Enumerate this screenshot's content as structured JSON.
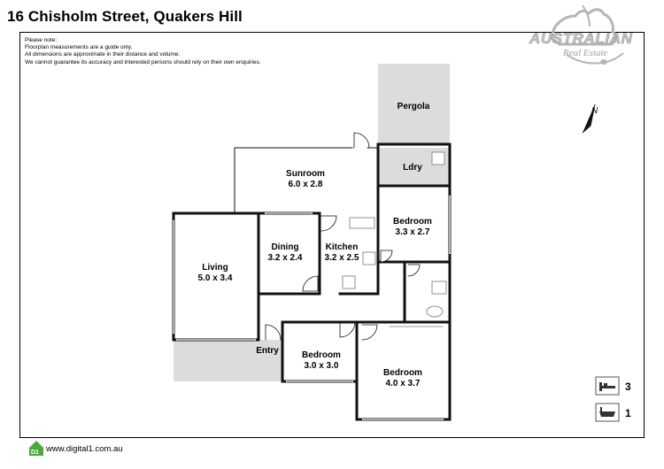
{
  "header": {
    "title": "16 Chisholm Street, Quakers Hill"
  },
  "notes": [
    "Please note:",
    "Floorplan measurements are a guide only.",
    "All dimensions are approximate in their distance and volume.",
    "We cannot guarantee its accuracy and interested persons should rely on their own enquiries."
  ],
  "logo": {
    "brand": "AUSTRALIAN",
    "sub": "Real Estate"
  },
  "compass": {
    "label": "N",
    "icon": "north-arrow-icon"
  },
  "rooms": {
    "pergola": {
      "name": "Pergola"
    },
    "sunroom": {
      "name": "Sunroom",
      "size": "6.0 x 2.8"
    },
    "laundry": {
      "name": "Ldry"
    },
    "bedroom1": {
      "name": "Bedroom",
      "size": "3.3 x 2.7"
    },
    "living": {
      "name": "Living",
      "size": "5.0 x 3.4"
    },
    "dining": {
      "name": "Dining",
      "size": "3.2 x 2.4"
    },
    "kitchen": {
      "name": "Kitchen",
      "size": "3.2 x 2.5"
    },
    "entry": {
      "name": "Entry"
    },
    "bedroom2": {
      "name": "Bedroom",
      "size": "3.0 x 3.0"
    },
    "bedroom3": {
      "name": "Bedroom",
      "size": "4.0 x 3.7"
    }
  },
  "summary": {
    "bedrooms": {
      "icon": "bed-icon",
      "count": "3"
    },
    "bathrooms": {
      "icon": "bath-icon",
      "count": "1"
    }
  },
  "footer": {
    "icon": "digital1-logo-icon",
    "url": "www.digital1.com.au"
  },
  "colors": {
    "wall": "#111111",
    "outdoor": "#dcdcdc",
    "fixture": "#777777",
    "logo": "#b5b5b5"
  }
}
